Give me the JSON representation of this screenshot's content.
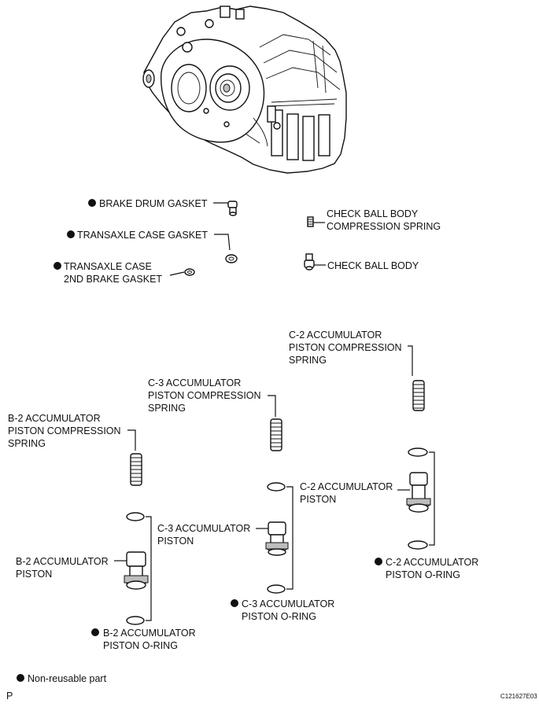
{
  "parts": {
    "brake_drum_gasket": "BRAKE DRUM GASKET",
    "transaxle_case_gasket": "TRANSAXLE CASE GASKET",
    "transaxle_case_2nd_brake_gasket": [
      "TRANSAXLE CASE",
      "2ND BRAKE GASKET"
    ],
    "check_ball_body_spring": [
      "CHECK BALL BODY",
      "COMPRESSION SPRING"
    ],
    "check_ball_body": "CHECK BALL BODY",
    "c2_spring": [
      "C-2 ACCUMULATOR",
      "PISTON COMPRESSION",
      "SPRING"
    ],
    "c3_spring": [
      "C-3 ACCUMULATOR",
      "PISTON COMPRESSION",
      "SPRING"
    ],
    "b2_spring": [
      "B-2 ACCUMULATOR",
      "PISTON COMPRESSION",
      "SPRING"
    ],
    "c2_piston": [
      "C-2 ACCUMULATOR",
      "PISTON"
    ],
    "c3_piston": [
      "C-3 ACCUMULATOR",
      "PISTON"
    ],
    "b2_piston": [
      "B-2 ACCUMULATOR",
      "PISTON"
    ],
    "c2_oring": [
      "C-2 ACCUMULATOR",
      "PISTON O-RING"
    ],
    "c3_oring": [
      "C-3 ACCUMULATOR",
      "PISTON O-RING"
    ],
    "b2_oring": [
      "B-2 ACCUMULATOR",
      "PISTON O-RING"
    ]
  },
  "legend": "Non-reusable part",
  "corner_letter": "P",
  "figure_code": "C121627E03"
}
